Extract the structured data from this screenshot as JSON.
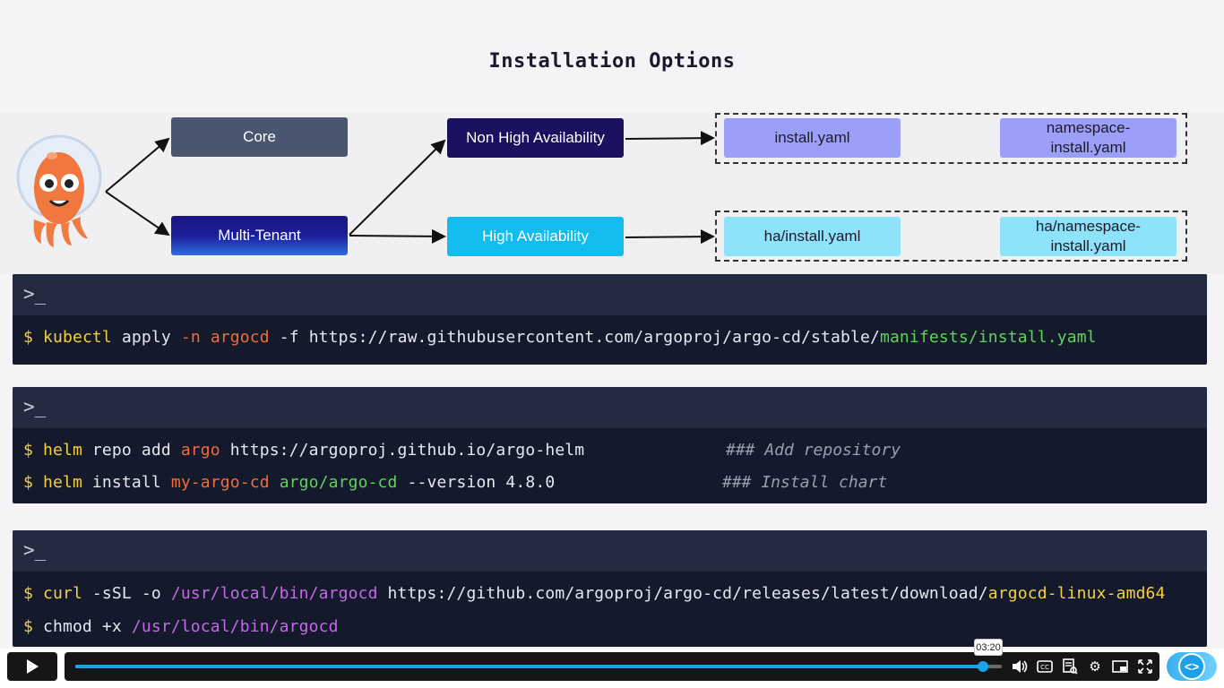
{
  "slide": {
    "title": "Installation Options"
  },
  "diagram": {
    "core": "Core",
    "multi_tenant": "Multi-Tenant",
    "non_ha": "Non High Availability",
    "ha": "High Availability",
    "file_install": "install.yaml",
    "file_ns_install_1": "namespace-",
    "file_ns_install_2": "install.yaml",
    "file_ha_install": "ha/install.yaml",
    "file_ha_ns_install_1": "ha/namespace-",
    "file_ha_ns_install_2": "install.yaml",
    "colors": {
      "core": "#4a5670",
      "non_ha": "#1a1160",
      "ha": "#12bcef",
      "non_ha_files": "#9b9ff8",
      "ha_files": "#8ee3fb"
    }
  },
  "terminals": {
    "prompt_icon": ">_",
    "kubectl": {
      "dollar": "$",
      "cmd": "kubectl",
      "apply": " apply ",
      "flag_n": "-n",
      "ns": " argocd",
      "rest": " -f https://raw.githubusercontent.com/argoproj/argo-cd/stable/",
      "path": "manifests/install.yaml"
    },
    "helm": {
      "line1": {
        "dollar": "$",
        "cmd": " helm",
        "mid": " repo add ",
        "name": "argo",
        "url": " https://argoproj.github.io/argo-helm",
        "comment": "### Add repository"
      },
      "line2": {
        "dollar": "$",
        "cmd": " helm",
        "mid": " install ",
        "release": "my-argo-cd",
        "chart": " argo/argo-cd",
        "rest": " --version 4.8.0",
        "comment": "### Install chart"
      }
    },
    "cli": {
      "line1": {
        "dollar": "$",
        "cmd": " curl",
        "flags": " -sSL -o ",
        "dest": "/usr/local/bin/argocd",
        "url": " https://github.com/argoproj/argo-cd/releases/latest/download/",
        "asset": "argocd-linux-amd64"
      },
      "line2": {
        "dollar": "$",
        "cmd": " chmod",
        "flags": " +x ",
        "dest": "/usr/local/bin/argocd"
      }
    }
  },
  "player": {
    "time_tooltip": "03:20",
    "progress_percent": 98,
    "icons": {
      "play": "play-icon",
      "volume": "volume-icon",
      "captions": "captions-icon",
      "transcript": "transcript-icon",
      "settings": "gear-icon",
      "pip": "picture-in-picture-icon",
      "fullscreen": "fullscreen-icon",
      "code": "code-icon"
    }
  }
}
